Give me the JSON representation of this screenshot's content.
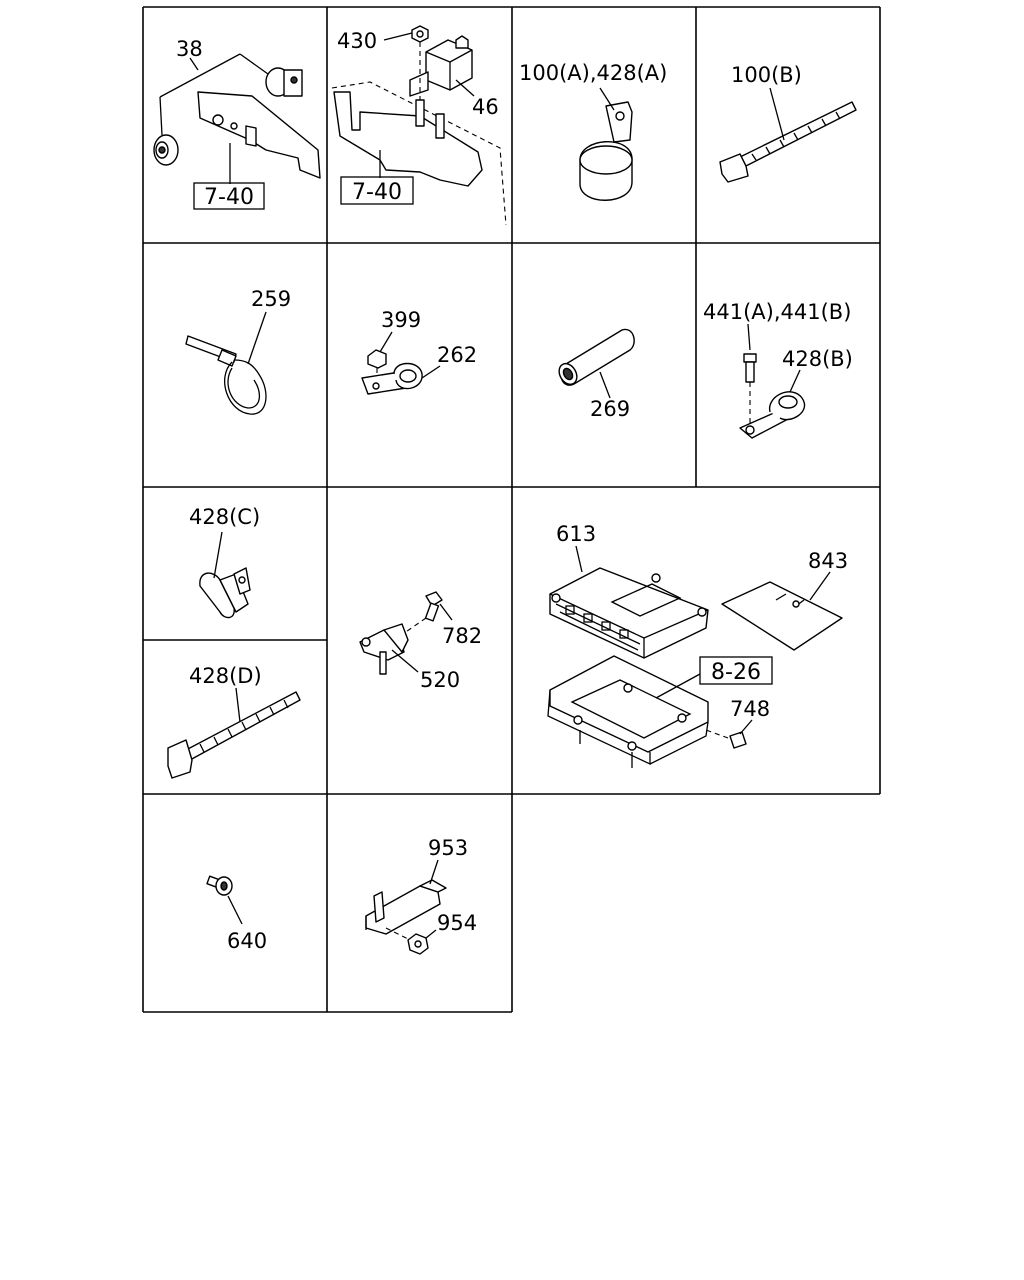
{
  "cells": {
    "c1": {
      "part": "38",
      "ref": "7-40"
    },
    "c2": {
      "part_a": "430",
      "part_b": "46",
      "ref": "7-40"
    },
    "c3": {
      "part": "100(A),428(A)"
    },
    "c4": {
      "part": "100(B)"
    },
    "c5": {
      "part": "259"
    },
    "c6": {
      "part_a": "399",
      "part_b": "262"
    },
    "c7": {
      "part": "269"
    },
    "c8": {
      "part_a": "441(A),441(B)",
      "part_b": "428(B)"
    },
    "c9": {
      "part": "428(C)"
    },
    "c10": {
      "part": "428(D)"
    },
    "c11": {
      "part_a": "782",
      "part_b": "520"
    },
    "c12": {
      "part_a": "613",
      "part_b": "843",
      "part_c": "748",
      "ref": "8-26"
    },
    "c13": {
      "part": "640"
    },
    "c14": {
      "part_a": "953",
      "part_b": "954"
    }
  }
}
